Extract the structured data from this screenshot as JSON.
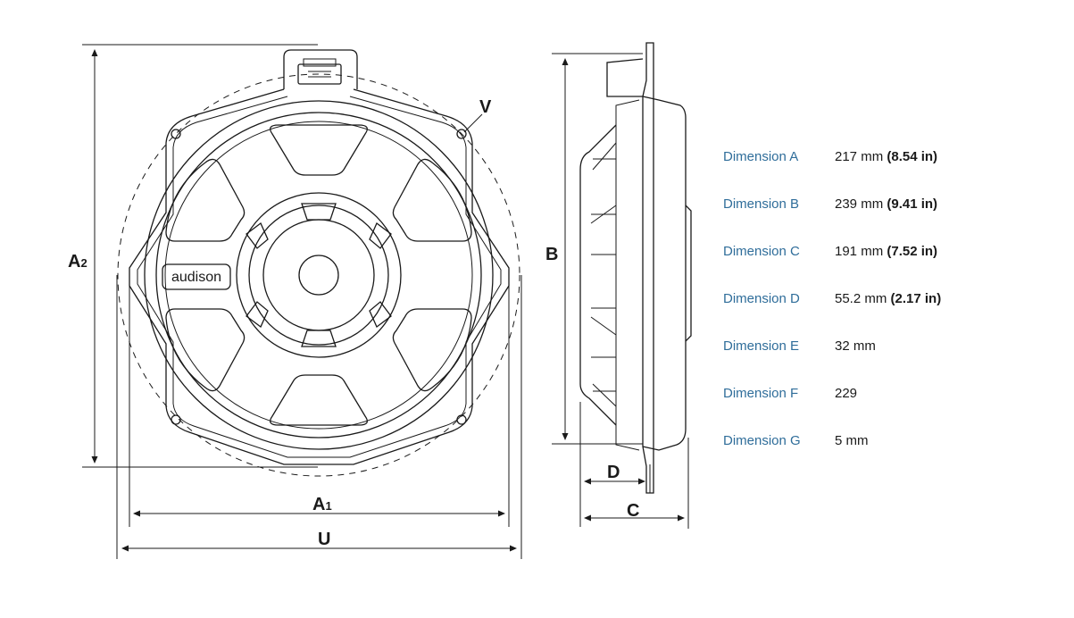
{
  "brand": "audison",
  "labels": {
    "a2": "A",
    "a2_sub": "2",
    "a1": "A",
    "a1_sub": "1",
    "u": "U",
    "v": "V",
    "b": "B",
    "d": "D",
    "c": "C"
  },
  "dimensions": [
    {
      "name": "Dimension A",
      "value": "217 mm",
      "imperial": "(8.54 in)"
    },
    {
      "name": "Dimension B",
      "value": "239 mm",
      "imperial": "(9.41 in)"
    },
    {
      "name": "Dimension C",
      "value": "191 mm",
      "imperial": "(7.52 in)"
    },
    {
      "name": "Dimension D",
      "value": "55.2 mm",
      "imperial": "(2.17 in)"
    },
    {
      "name": "Dimension E",
      "value": "32 mm",
      "imperial": ""
    },
    {
      "name": "Dimension F",
      "value": "229",
      "imperial": ""
    },
    {
      "name": "Dimension G",
      "value": "5 mm",
      "imperial": ""
    }
  ],
  "colors": {
    "label_blue": "#2f6d9a",
    "line": "#1a1a1a"
  }
}
